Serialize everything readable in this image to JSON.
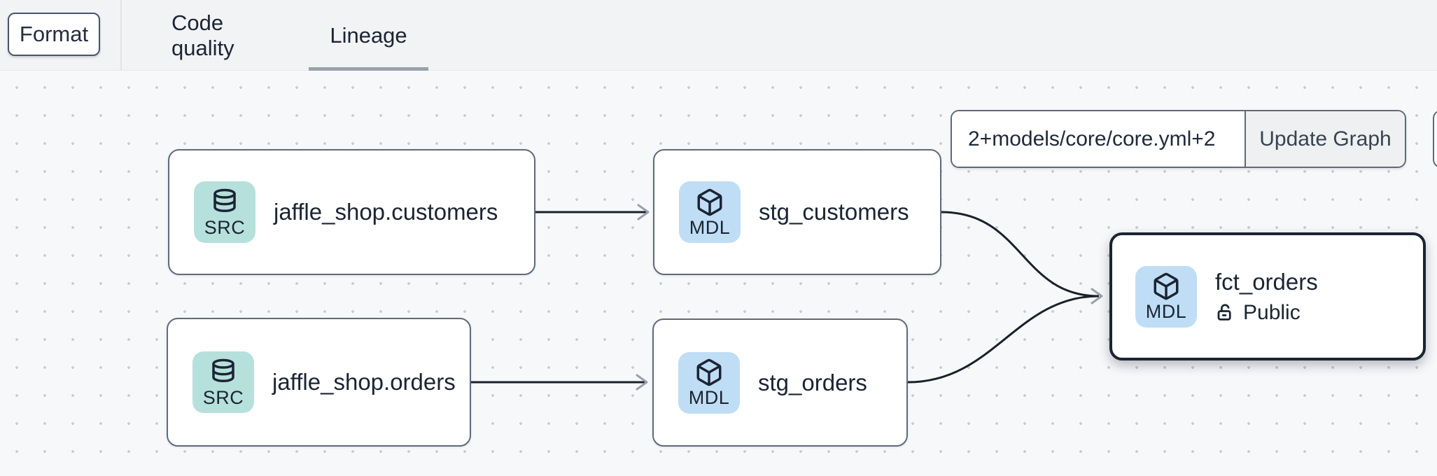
{
  "toolbar": {
    "format_button": "Format",
    "tabs": [
      {
        "label": "Code quality",
        "active": false
      },
      {
        "label": "Lineage",
        "active": true
      }
    ]
  },
  "lineage_controls": {
    "selector_input_value": "2+models/core/core.yml+2",
    "update_graph_button": "Update Graph"
  },
  "graph": {
    "nodes": [
      {
        "id": "jaffle_shop.customers",
        "badge": "SRC",
        "icon": "database-icon",
        "label": "jaffle_shop.customers",
        "selected": false
      },
      {
        "id": "stg_customers",
        "badge": "MDL",
        "icon": "box-icon",
        "label": "stg_customers",
        "selected": false
      },
      {
        "id": "jaffle_shop.orders",
        "badge": "SRC",
        "icon": "database-icon",
        "label": "jaffle_shop.orders",
        "selected": false
      },
      {
        "id": "stg_orders",
        "badge": "MDL",
        "icon": "box-icon",
        "label": "stg_orders",
        "selected": false
      },
      {
        "id": "fct_orders",
        "badge": "MDL",
        "icon": "box-icon",
        "label": "fct_orders",
        "access": "Public",
        "access_icon": "unlock-icon",
        "selected": true
      }
    ],
    "edges": [
      {
        "from": "jaffle_shop.customers",
        "to": "stg_customers"
      },
      {
        "from": "jaffle_shop.orders",
        "to": "stg_orders"
      },
      {
        "from": "stg_customers",
        "to": "fct_orders"
      },
      {
        "from": "stg_orders",
        "to": "fct_orders"
      }
    ]
  },
  "colors": {
    "canvas_bg": "#f7f8fa",
    "topbar_bg": "#f2f3f5",
    "dot_color": "#c9ccd3",
    "node_border": "#5f6a7a",
    "selected_border": "#1b2432",
    "text_dark": "#1b2432",
    "src_badge_bg": "#b6e0dc",
    "mdl_badge_bg": "#bfdef5",
    "edge_stroke": "#1b202a",
    "arrowhead": "#99a1ab",
    "tab_underline": "#99a1ab",
    "button_bg": "#eef0f2"
  }
}
